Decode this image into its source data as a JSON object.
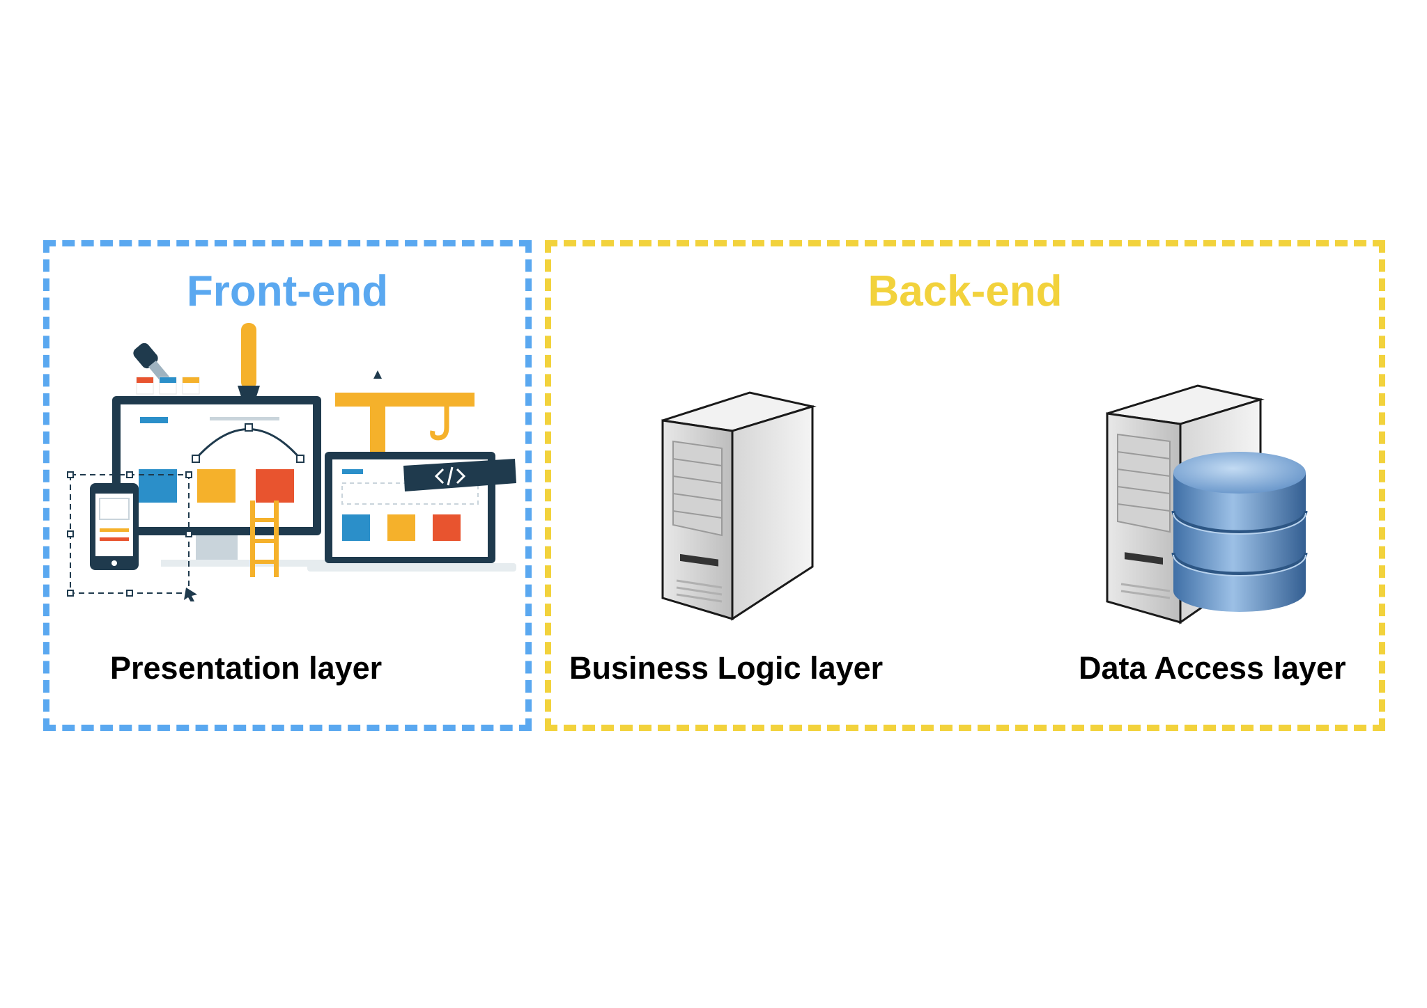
{
  "colors": {
    "frontend_border": "#5aa8f0",
    "backend_border": "#f2d23c",
    "frontend_title": "#5aa8f0",
    "backend_title": "#f2d23c"
  },
  "frontend": {
    "title": "Front-end",
    "layer": "Presentation layer",
    "illustration": "web-design-illustration-icon"
  },
  "backend": {
    "title": "Back-end",
    "layers": [
      {
        "label": "Business Logic layer",
        "icon": "server-tower-icon"
      },
      {
        "label": "Data Access layer",
        "icon": "database-server-icon"
      }
    ]
  }
}
